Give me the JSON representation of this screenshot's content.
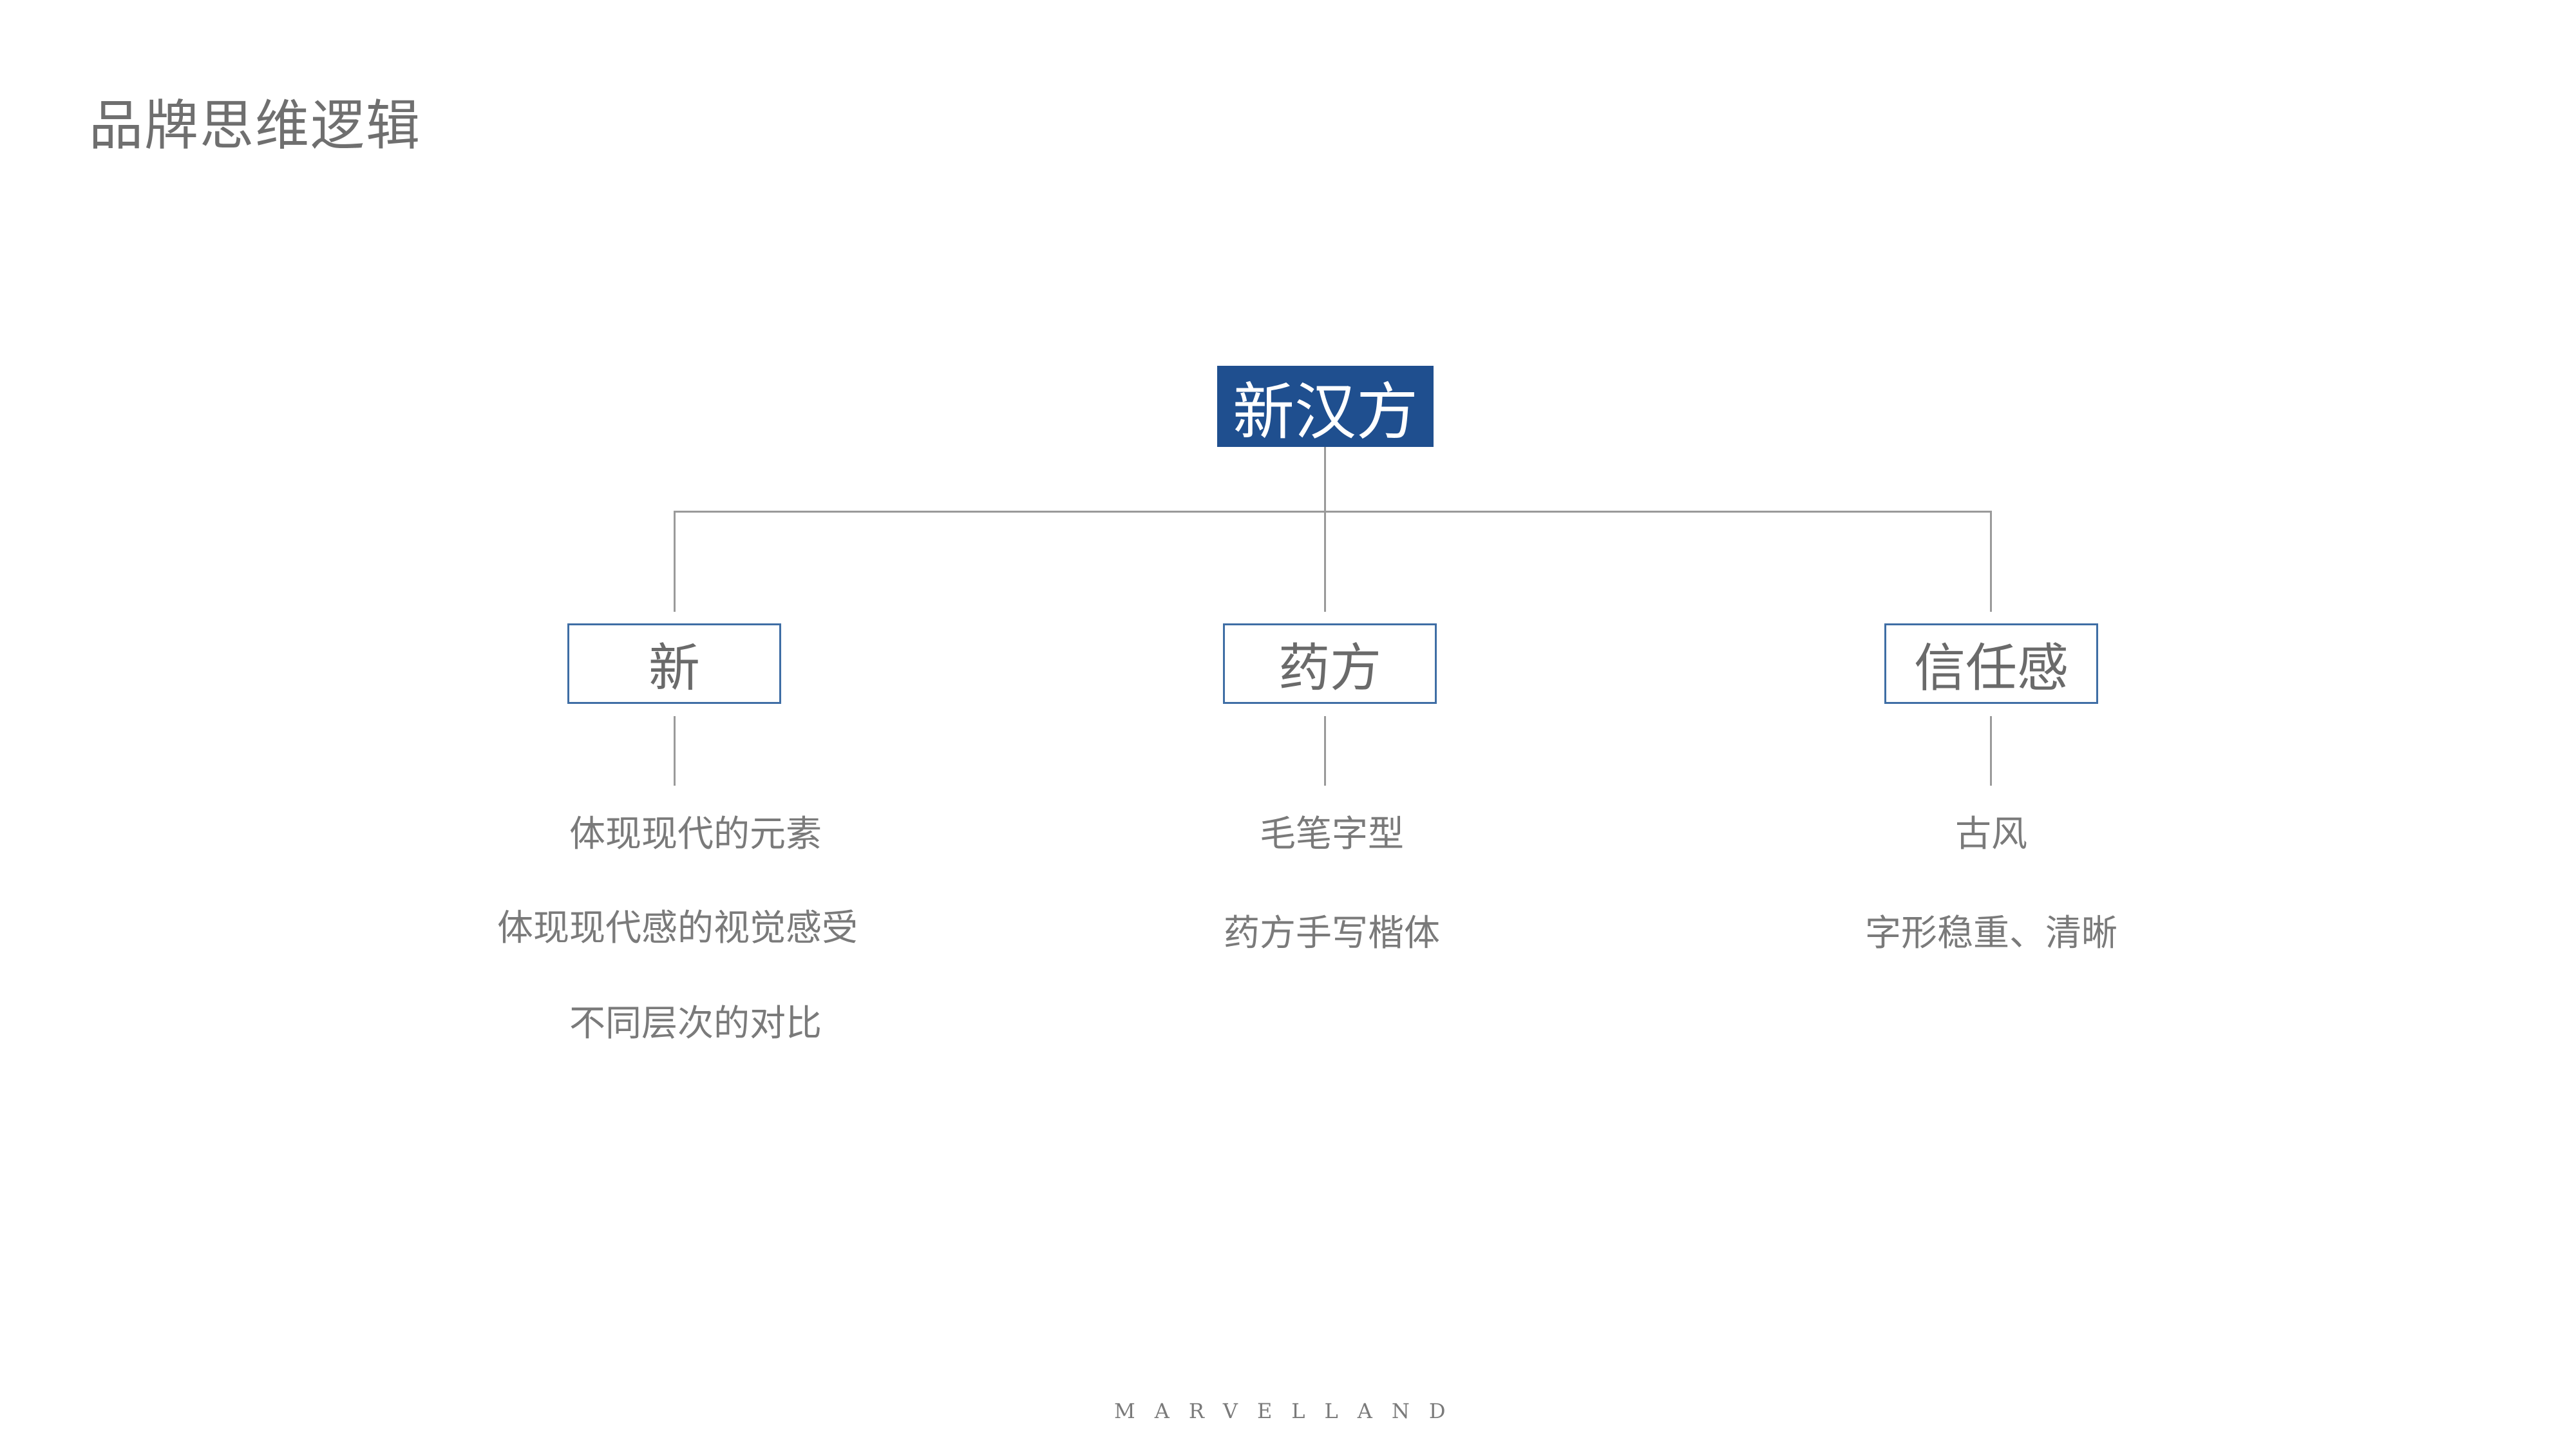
{
  "page": {
    "title": "品牌思维逻辑",
    "footer": "MARVELLAND"
  },
  "diagram": {
    "root": "新汉方",
    "branches": [
      {
        "label": "新",
        "items": [
          "体现现代的元素",
          "体现现代感的视觉感受",
          "不同层次的对比"
        ]
      },
      {
        "label": "药方",
        "items": [
          "毛笔字型",
          "药方手写楷体"
        ]
      },
      {
        "label": "信任感",
        "items": [
          "古风",
          "字形稳重、清晰"
        ]
      }
    ]
  },
  "colors": {
    "root_fill": "#1f4f8f",
    "box_border": "#3f6ea5",
    "connector": "#9a9a9a",
    "text": "#6f6f6f"
  }
}
